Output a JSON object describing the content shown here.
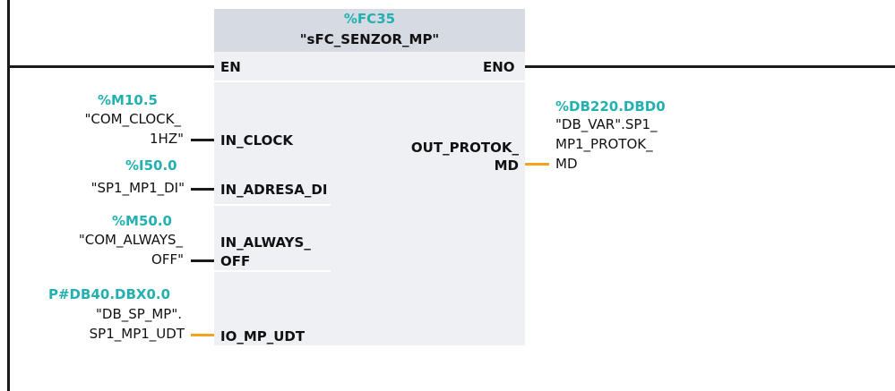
{
  "block": {
    "number": "%FC35",
    "name": "\"sFC_SENZOR_MP\""
  },
  "pins": {
    "en": "EN",
    "eno": "ENO",
    "in_clock": "IN_CLOCK",
    "in_adresa_di": "IN_ADRESA_DI",
    "in_always_1": "IN_ALWAYS_",
    "in_always_2": "OFF",
    "io_mp_udt": "IO_MP_UDT",
    "out_protok_1": "OUT_PROTOK_",
    "out_protok_2": "MD"
  },
  "inputs": {
    "clock": {
      "address": "%M10.5",
      "line1": "\"COM_CLOCK_",
      "line2": "1HZ\""
    },
    "adresa": {
      "address": "%I50.0",
      "line1": "\"SP1_MP1_DI\""
    },
    "always": {
      "address": "%M50.0",
      "line1": "\"COM_ALWAYS_",
      "line2": "OFF\""
    },
    "udt": {
      "address": "P#DB40.DBX0.0",
      "line1": "\"DB_SP_MP\".",
      "line2": "SP1_MP1_UDT"
    }
  },
  "outputs": {
    "protok": {
      "address": "%DB220.DBD0",
      "line1": "\"DB_VAR\".SP1_",
      "line2": "MP1_PROTOK_",
      "line3": "MD"
    }
  },
  "colors": {
    "address": "#23b0b0",
    "wire_bool": "#1a1a1a",
    "wire_data": "#f5a21e",
    "block_body": "#eef0f4",
    "block_header": "#d6dae3"
  }
}
